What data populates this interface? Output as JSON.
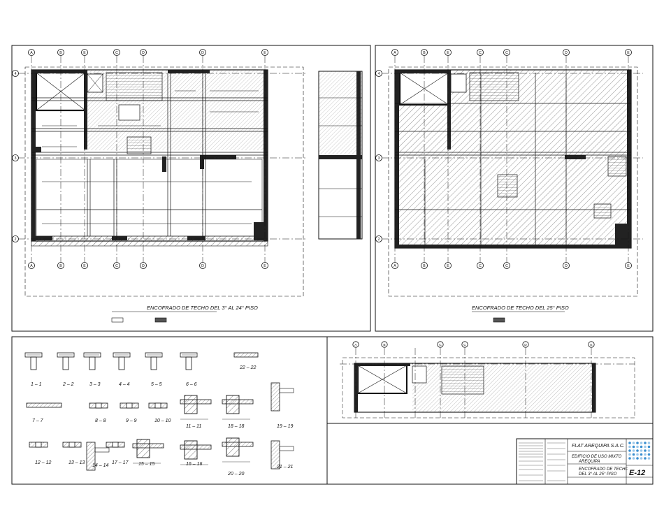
{
  "plan_left": {
    "grid_top": [
      "A",
      "B",
      "E",
      "C",
      "D",
      "D",
      "E"
    ],
    "grid_bottom": [
      "A",
      "B",
      "E",
      "C",
      "D",
      "D",
      "E"
    ],
    "grid_side": [
      "4",
      "3",
      "2"
    ],
    "title": "ENCOFRADO DE TECHO DEL 3° AL 24° PISO"
  },
  "plan_right": {
    "grid_top": [
      "A",
      "B",
      "E",
      "C",
      "C",
      "D",
      "E"
    ],
    "grid_bottom": [
      "A",
      "B",
      "E",
      "C",
      "C",
      "D",
      "E"
    ],
    "grid_side": [
      "4",
      "3",
      "2"
    ],
    "title": "ENCOFRADO DE TECHO DEL 25° PISO"
  },
  "plan_small": {
    "grid_top": [
      "A",
      "B",
      "C",
      "C",
      "D",
      "E"
    ]
  },
  "sections": {
    "labels": [
      "1 – 1",
      "2 – 2",
      "3 – 3",
      "4 – 4",
      "5 – 5",
      "6 – 6",
      "22 – 22",
      "7 – 7",
      "8 – 8",
      "9 – 9",
      "10 – 10",
      "11 – 11",
      "18 – 18",
      "19 – 19",
      "12 – 12",
      "13 – 13",
      "14 – 14",
      "17 – 17",
      "15 – 15",
      "16 – 16",
      "20 – 20",
      "21 – 21"
    ]
  },
  "title_block": {
    "client": "FLAT AREQUIPA S.A.C.",
    "project_line1": "EDIFICIO DE USO MIXTO",
    "project_line2": "AREQUIPA",
    "drawing_line1": "ENCOFRADO DE TECHO",
    "drawing_line2": "DEL 3° AL 25° PISO",
    "sheet": "E-12"
  },
  "colors": {
    "ink": "#111111",
    "logo": "#3a8fd0"
  }
}
